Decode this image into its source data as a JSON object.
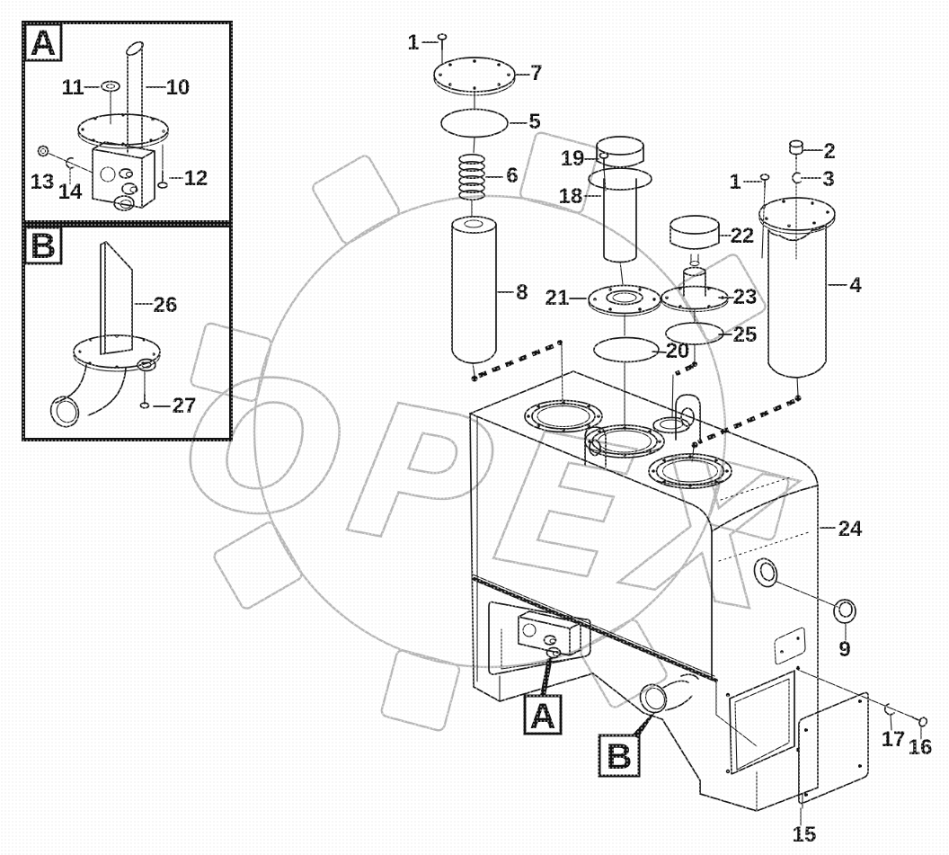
{
  "figure": {
    "type": "exploded-parts-diagram",
    "subject": "hydraulic oil tank assembly",
    "background": "#ffffff",
    "ink_color": "#1a1a1a",
    "watermark_color": "#b7b7b7",
    "watermark_text": "OPEX"
  },
  "markers": {
    "inset_a": "A",
    "inset_b": "B",
    "pointer_a": "A",
    "pointer_b": "B"
  },
  "callouts": {
    "main": [
      "1",
      "7",
      "5",
      "6",
      "8",
      "19",
      "18",
      "21",
      "20",
      "22",
      "23",
      "25",
      "2",
      "3",
      "1",
      "4",
      "24",
      "9",
      "15",
      "17",
      "16"
    ],
    "inset_a": [
      "11",
      "10",
      "13",
      "14",
      "12"
    ],
    "inset_b": [
      "26",
      "27"
    ]
  }
}
